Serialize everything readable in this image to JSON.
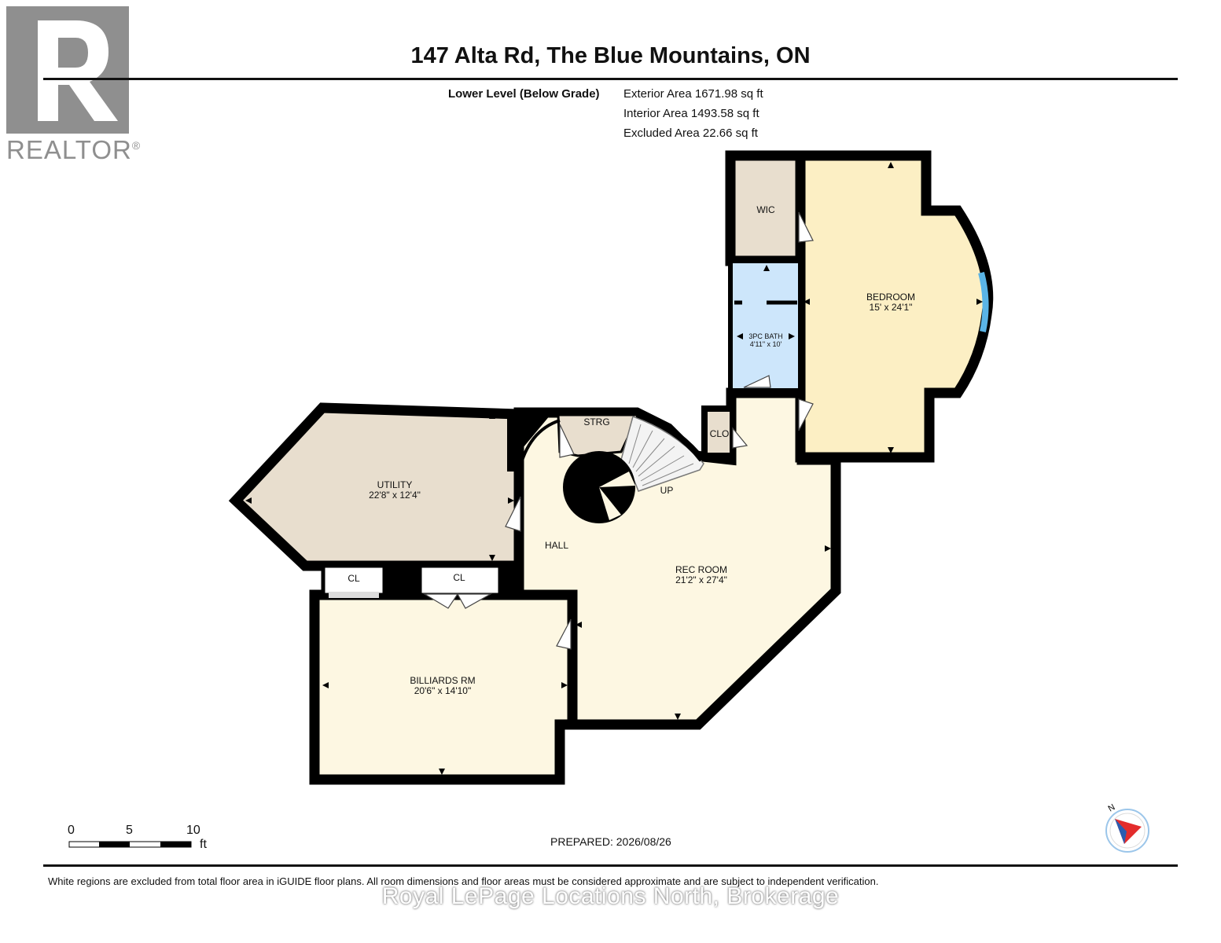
{
  "header": {
    "title": "147 Alta Rd, The Blue Mountains, ON",
    "level": "Lower Level (Below Grade)",
    "areas": [
      "Exterior Area 1671.98 sq ft",
      "Interior Area 1493.58 sq ft",
      "Excluded Area 22.66 sq ft"
    ]
  },
  "logo": {
    "name": "REALTOR",
    "mark": "®"
  },
  "rooms": {
    "wic": {
      "name": "WIC"
    },
    "bedroom": {
      "name": "BEDROOM",
      "dims": "15' x 24'1\""
    },
    "bath": {
      "name": "3PC BATH",
      "dims": "4'11\" x 10'"
    },
    "strg": {
      "name": "STRG"
    },
    "clo": {
      "name": "CLO"
    },
    "up": {
      "name": "UP"
    },
    "utility": {
      "name": "UTILITY",
      "dims": "22'8\" x 12'4\""
    },
    "hall": {
      "name": "HALL"
    },
    "rec": {
      "name": "REC ROOM",
      "dims": "21'2\" x 27'4\""
    },
    "cl1": {
      "name": "CL"
    },
    "cl2": {
      "name": "CL"
    },
    "billiards": {
      "name": "BILLIARDS RM",
      "dims": "20'6\" x 14'10\""
    }
  },
  "scale": {
    "labels": [
      "0",
      "5",
      "10"
    ],
    "unit": "ft"
  },
  "compass": {
    "label": "N"
  },
  "footer": {
    "prepared": "PREPARED: 2026/08/26",
    "disclaimer": "White regions are excluded from total floor area in iGUIDE floor plans. All room dimensions and floor areas must be considered approximate and are subject to independent verification.",
    "watermark": "Royal LePage Locations North, Brokerage"
  },
  "colors": {
    "wall": "#000000",
    "living": "#fdf7e2",
    "bedroom": "#fcefc4",
    "utility": "#e8dece",
    "bath": "#cde6fb",
    "window": "#5ab4e6",
    "compass_arrow": "#e32c2c",
    "logo_gray": "#8f8f8f"
  }
}
